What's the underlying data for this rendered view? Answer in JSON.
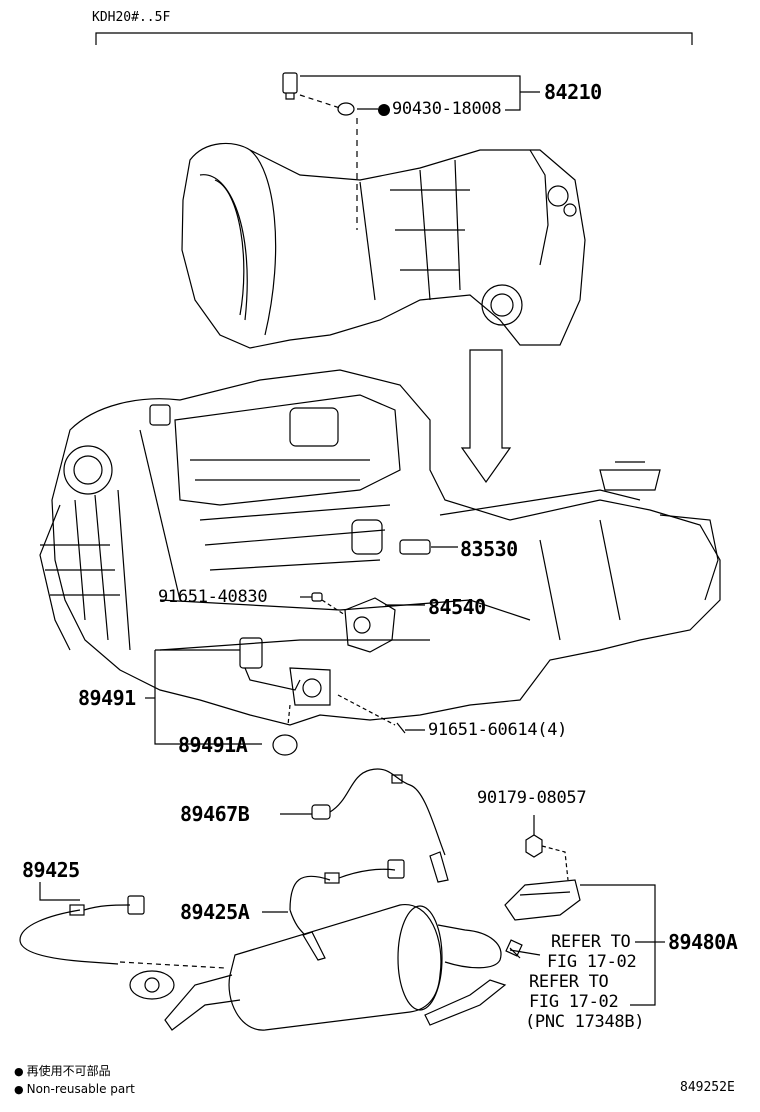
{
  "header": {
    "model": "KDH20#..5F"
  },
  "parts": {
    "p84210": "84210",
    "p90430": "90430-18008",
    "p83530": "83530",
    "p91651a": "91651-40830",
    "p84540": "84540",
    "p89491": "89491",
    "p89491a": "89491A",
    "p91651b": "91651-60614(4)",
    "p89467b": "89467B",
    "p90179": "90179-08057",
    "p89425": "89425",
    "p89425a": "89425A",
    "p89480a": "89480A"
  },
  "refs": {
    "ref1_line1": "REFER TO",
    "ref1_line2": "FIG 17-02",
    "ref2_line1": "REFER TO",
    "ref2_line2": "FIG 17-02",
    "ref2_line3": "(PNC 17348B)"
  },
  "legend": {
    "jp": "再使用不可部品",
    "en": "Non-reusable part"
  },
  "footer": {
    "diagram_id": "849252E"
  }
}
